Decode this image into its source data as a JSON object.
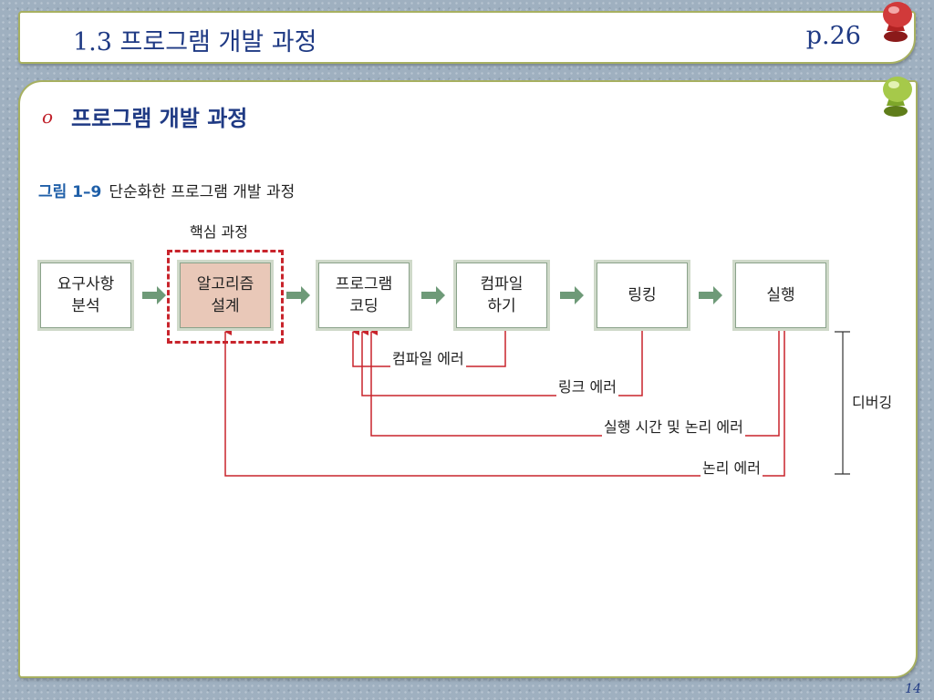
{
  "header": {
    "title": "1.3 프로그램 개발 과정",
    "page_ref": "p.26"
  },
  "section": {
    "bullet": "o",
    "heading": "프로그램 개발 과정"
  },
  "figure": {
    "caption_number": "그림 1–9",
    "caption_text": "단순화한 프로그램 개발 과정",
    "core_label": "핵심 과정",
    "steps": [
      {
        "line1": "요구사항",
        "line2": "분석"
      },
      {
        "line1": "알고리즘",
        "line2": "설계"
      },
      {
        "line1": "프로그램",
        "line2": "코딩"
      },
      {
        "line1": "컴파일",
        "line2": "하기"
      },
      {
        "line1": "링킹",
        "line2": ""
      },
      {
        "line1": "실행",
        "line2": ""
      }
    ],
    "errors": {
      "compile": "컴파일 에러",
      "link": "링크 에러",
      "runtime": "실행 시간 및 논리 에러",
      "logic": "논리 에러"
    },
    "debug_label": "디버깅"
  },
  "footer": {
    "page_number": "14"
  },
  "colors": {
    "title": "#1f3a84",
    "accent_red": "#c8242c",
    "arrow_green": "#6e9a78",
    "panel_border": "#a7b060"
  },
  "icons": [
    "red-pushpin-icon",
    "green-pushpin-icon"
  ]
}
